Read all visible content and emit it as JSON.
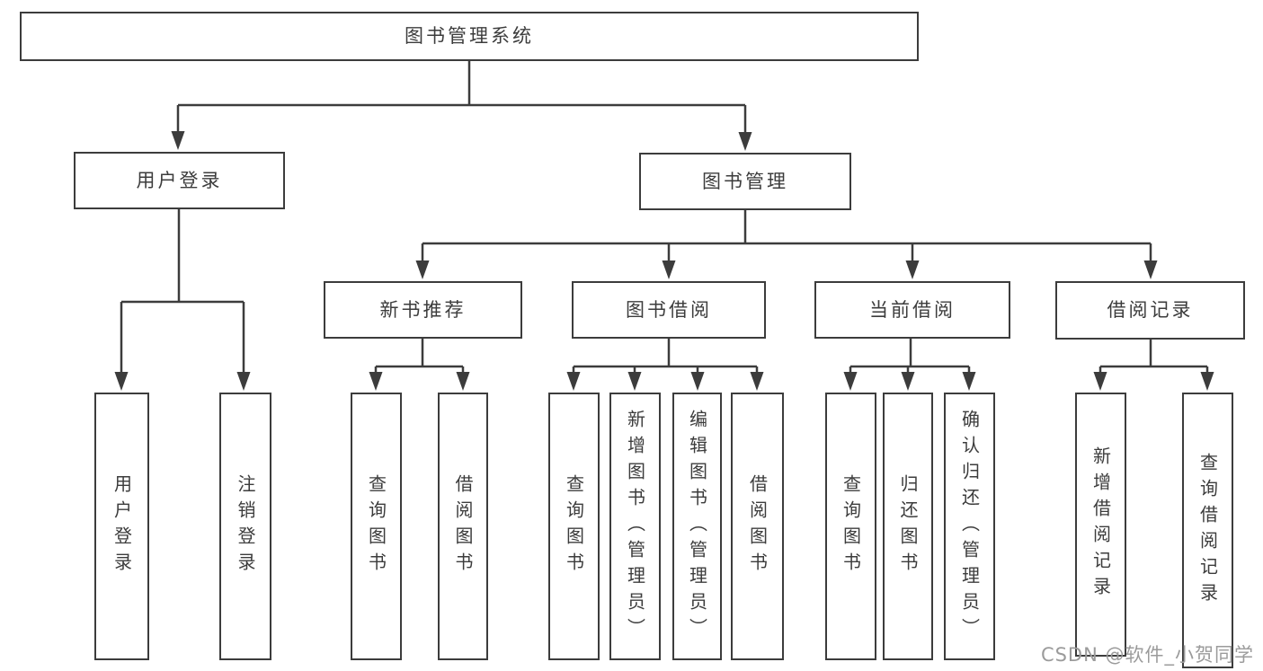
{
  "colors": {
    "line": "#3c3c3c",
    "text": "#3c3c3c",
    "background": "#ffffff",
    "watermark_gray": "#9b9b9b"
  },
  "watermark": {
    "text": "CSDN @软件_小贺同学"
  },
  "tree": {
    "label": "图书管理系统",
    "children": [
      {
        "label": "用户登录",
        "children": [
          {
            "label": "用户登录"
          },
          {
            "label": "注销登录"
          }
        ]
      },
      {
        "label": "图书管理",
        "children": [
          {
            "label": "新书推荐",
            "children": [
              {
                "label": "查询图书"
              },
              {
                "label": "借阅图书"
              }
            ]
          },
          {
            "label": "图书借阅",
            "children": [
              {
                "label": "查询图书"
              },
              {
                "label": "新增图书（管理员）"
              },
              {
                "label": "编辑图书（管理员）"
              },
              {
                "label": "借阅图书"
              }
            ]
          },
          {
            "label": "当前借阅",
            "children": [
              {
                "label": "查询图书"
              },
              {
                "label": "归还图书"
              },
              {
                "label": "确认归还（管理员）"
              }
            ]
          },
          {
            "label": "借阅记录",
            "children": [
              {
                "label": "新增借阅记录"
              },
              {
                "label": "查询借阅记录"
              }
            ]
          }
        ]
      }
    ]
  }
}
